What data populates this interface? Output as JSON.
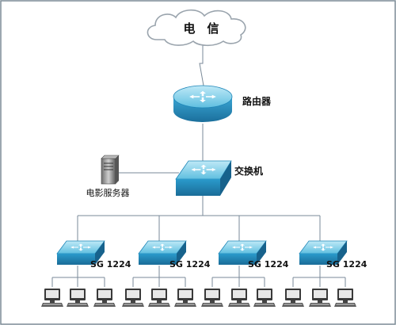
{
  "cloud": {
    "label": "电　信"
  },
  "router": {
    "label": "路由器"
  },
  "core_switch": {
    "label": "交换机"
  },
  "server": {
    "label": "电影服务器"
  },
  "access_switches": [
    {
      "label": "SG 1224"
    },
    {
      "label": "SG 1224"
    },
    {
      "label": "SG 1224"
    },
    {
      "label": "SG 1224"
    }
  ],
  "colors": {
    "device_top": "#8fd6ee",
    "device_side": "#1f86b8",
    "cloud_fill": "#ffffff",
    "cloud_stroke": "#9aa4ad",
    "link_line": "#7a8a98"
  },
  "icons": {
    "cloud": "cloud-icon",
    "router": "router-icon",
    "switch": "switch-icon",
    "server": "server-icon",
    "pc": "computer-icon"
  }
}
